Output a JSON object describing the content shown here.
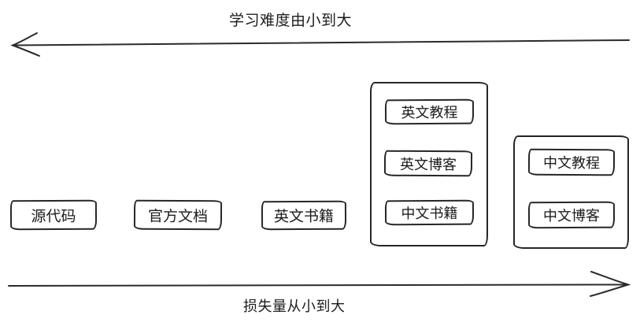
{
  "page": {
    "background": "#ffffff",
    "ink_color": "#262626"
  },
  "axes": {
    "top": {
      "label": "学习难度由小到大",
      "direction": "left"
    },
    "bottom": {
      "label": "损失量从小到大",
      "direction": "right"
    }
  },
  "items": [
    {
      "label": "源代码"
    },
    {
      "label": "官方文档"
    },
    {
      "label": "英文书籍"
    }
  ],
  "groups": [
    {
      "items": [
        {
          "label": "英文教程"
        },
        {
          "label": "英文博客"
        },
        {
          "label": "中文书籍"
        }
      ]
    },
    {
      "items": [
        {
          "label": "中文教程"
        },
        {
          "label": "中文博客"
        }
      ]
    }
  ]
}
